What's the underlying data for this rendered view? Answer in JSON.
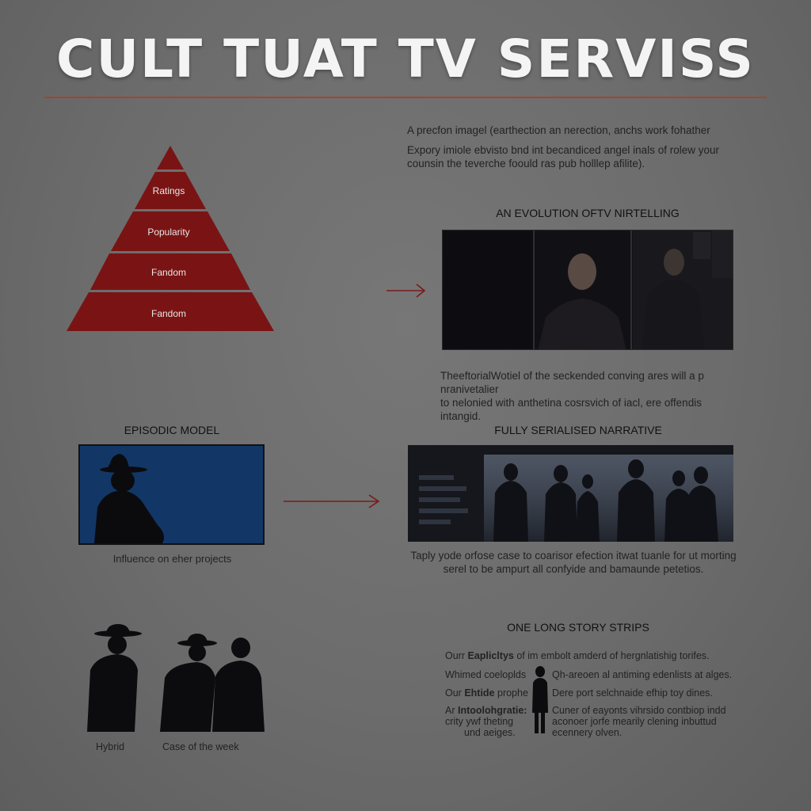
{
  "title": "CULT TUAT TV SERVISS",
  "intro": {
    "line1": "A precfon imagel (earthection an nerection, anchs work fohather",
    "line2": "Expory imiole ebvisto bnd int becandiced angel inals of rolew your",
    "line3": "counsin the teverche foould ras pub holllep afilite)."
  },
  "pyramid": {
    "levels": [
      "Ratings",
      "Popularity",
      "Fandom",
      "Fandom"
    ],
    "color": "#7a1414"
  },
  "evolution": {
    "heading": "AN EVOLUTION OFTV NIRTELLING",
    "caption_line1": "TheeftorialWotiel of the seckended conving ares will a p nranivetalier",
    "caption_line2": "to nelonied with anthetina cosrsvich of iacl, ere offendis intangid."
  },
  "episodic": {
    "heading": "EPISODIC MODEL",
    "caption": "Influence on eher projects"
  },
  "serialised": {
    "heading": "FULLY SERIALISED NARRATIVE",
    "caption_line1": "Taply yode orfose case to coarisor efection itwat tuanle for ut morting",
    "caption_line2": "serel to be ampurt all confyide and bamaunde petetios."
  },
  "story_strips": {
    "heading": "ONE LONG STORY STRIPS",
    "rows": [
      {
        "label_plain": "Ourr ",
        "label_bold": "Eaplicltys",
        "text": "of im embolt amderd of hergnlatishig torifes."
      },
      {
        "label_plain": "Whimed coeloplds",
        "label_bold": "",
        "text": "Qh-areoen al antiming edenlists at alges."
      },
      {
        "label_plain": "Our ",
        "label_bold": "Ehtide",
        "label_plain2": " prophe",
        "text": "Dere port selchnaide efhip toy dines."
      },
      {
        "label_plain": "Ar ",
        "label_bold": "Intoolohgratie:",
        "text": "Cuner of eayonts vihrsido contbiop indd"
      },
      {
        "label_plain": "crity ywf theting",
        "label_bold": "",
        "text": "aconoer jorfe mearily clening inbuttud"
      },
      {
        "label_plain": "und aeiges.",
        "label_bold": "",
        "text": "ecennery olven."
      }
    ]
  },
  "silhouettes": {
    "label_left": "Hybrid",
    "label_right": "Case of the week"
  },
  "colors": {
    "background": "#6c6c6c",
    "accent_red": "#7a1414",
    "rule": "#a0462e",
    "episodic_blue": "#123766"
  }
}
